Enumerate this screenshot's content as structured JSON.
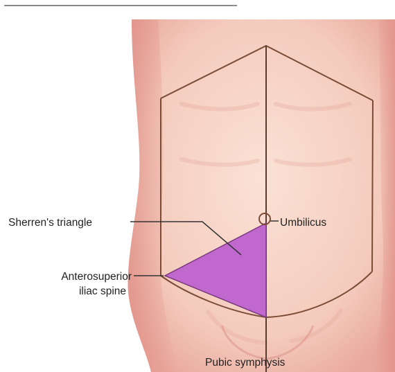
{
  "colors": {
    "skin": "#f6d3c6",
    "skin_shadow": "#e7a39a",
    "outline": "#7a4b35",
    "triangle_fill": "#c168cf",
    "label_text": "#222222",
    "leader_line": "#333333"
  },
  "labels": {
    "sherrens_triangle": "Sherren's triangle",
    "umbilicus": "Umbilicus",
    "anterosuperior_line1": "Anterosuperior",
    "anterosuperior_line2": "iliac spine",
    "pubic_symphysis": "Pubic symphysis"
  }
}
